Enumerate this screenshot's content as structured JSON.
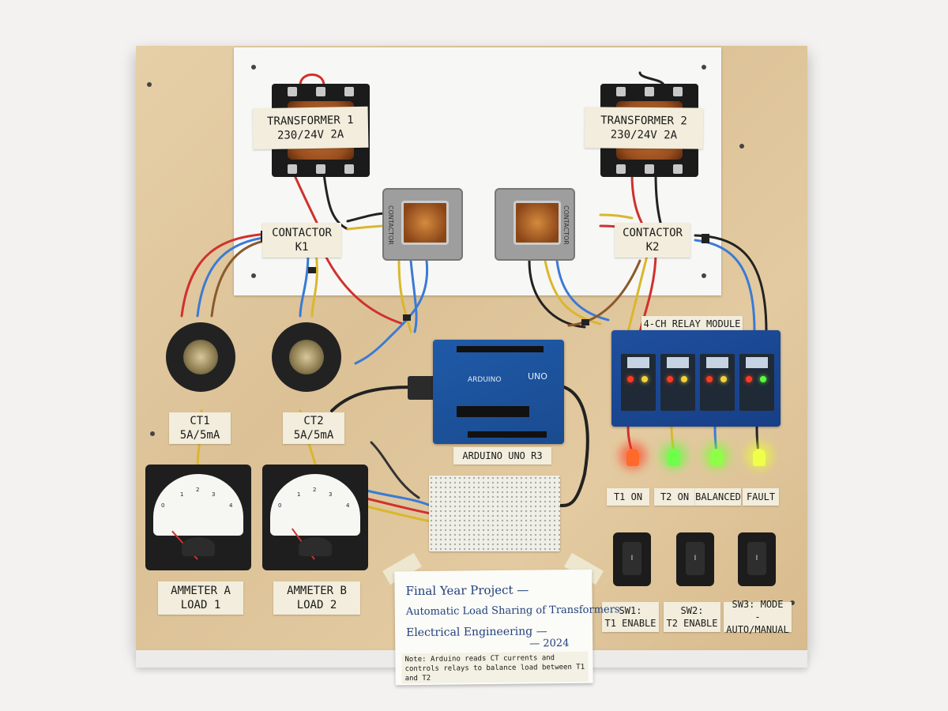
{
  "labels": {
    "transformer1": [
      "TRANSFORMER 1",
      "230/24V 2A"
    ],
    "transformer2": [
      "TRANSFORMER 2",
      "230/24V 2A"
    ],
    "contactor1": [
      "CONTACTOR",
      "K1"
    ],
    "contactor2": [
      "CONTACTOR",
      "K2"
    ],
    "contactor_text": "CONTACTOR",
    "ct1": [
      "CT1",
      "5A/5mA"
    ],
    "ct2": [
      "CT2",
      "5A/5mA"
    ],
    "ammeter_a": [
      "AMMETER A",
      "LOAD 1"
    ],
    "ammeter_b": [
      "AMMETER B",
      "LOAD 2"
    ],
    "arduino": "ARDUINO UNO R3",
    "arduino_board_text": "ARDUINO",
    "arduino_uno_text": "UNO",
    "relay_module": "4-CH RELAY MODULE",
    "led_labels": [
      "T1 ON",
      "T2 ON",
      "BALANCED",
      "FAULT"
    ],
    "switches": [
      [
        "SW1:",
        "T1 ENABLE"
      ],
      [
        "SW2:",
        "T2 ENABLE"
      ],
      [
        "SW3: MODE",
        "-AUTO/MANUAL"
      ]
    ]
  },
  "note": {
    "line1": "Final Year Project —",
    "line2": "Automatic Load Sharing of Transformers",
    "line3": "Electrical Engineering —",
    "line4": "— 2024",
    "small": "Note: Arduino reads CT currents and controls relays to balance load between T1 and T2"
  },
  "led_colors": [
    "#ff3b1f",
    "#5cff3a",
    "#7dff34",
    "#e9ff2e"
  ],
  "colors": {
    "wood": "#dcc196",
    "tape": "#f2eddc",
    "pcb_blue": "#1f5aa8",
    "ink_blue": "#1f3f7a"
  }
}
